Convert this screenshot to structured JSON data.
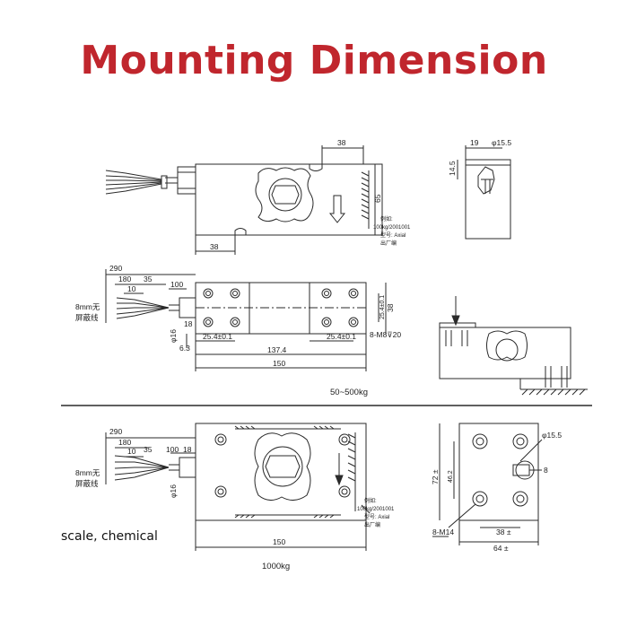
{
  "title": "Mounting Dimension",
  "title_color": "#c0262d",
  "line_color": "#2a2a2a",
  "caption": "scale, chemical",
  "dims": {
    "d38": "38",
    "d65": "65",
    "d19": "19",
    "d155": "φ15.5",
    "d145": "14.5",
    "d290": "290",
    "d180": "180",
    "d35": "35",
    "d10": "10",
    "d100": "100",
    "d18": "18",
    "d16": "φ16",
    "d63": "6.3",
    "d254a": "25.4±0.1",
    "d254b": "25.4±0.1",
    "d1374": "137.4",
    "d150": "150",
    "d8m8": "8-M8⊽20",
    "d38r": "38",
    "d254v": "25.4±0.1",
    "d72": "72 ±",
    "d462": "46.2",
    "d8": "8",
    "d8m14": "8-M14",
    "d38b": "38 ±",
    "d64": "64 ±"
  },
  "labels": {
    "cable_note_a": "8mm无",
    "cable_note_b": "屏蔽线",
    "label_a": "例如:",
    "label_b": "100kg/2001001",
    "label_c": "型号: Axial",
    "label_d": "出厂编",
    "range_top": "50~500kg",
    "range_bottom": "1000kg"
  }
}
